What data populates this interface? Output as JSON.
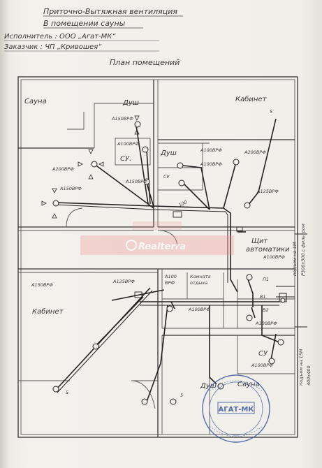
{
  "header": {
    "title_line1": "Приточно-Вытяжная вентиляция",
    "title_line2": "В помещении сауны",
    "executor": "Исполнитель : ООО „Агат-МК“",
    "customer": "Заказчик  :  ЧП „Кривошея“"
  },
  "plan_title": "План помещений",
  "rooms": {
    "sauna_top": "Сауна",
    "shower_top": "Душ",
    "office_top": "Кабинет",
    "shower_mid": "Душ",
    "cu_mid": "СУ",
    "cu_left": "СУ.",
    "office_bottom": "Кабинет",
    "control_1": "Щит",
    "control_2": "автоматики",
    "rest_1": "Комната",
    "rest_2": "отдыха",
    "cu_bottom": "СУ",
    "shower_bottom": "Душ",
    "sauna_bottom": "Сауна",
    "p1": "П1",
    "v1": "В1",
    "v2": "В2"
  },
  "labels": {
    "a150_top": "А150ВРФ",
    "a100_cu": "А100ВРФ",
    "a200_left": "А200ВРФ",
    "a150_left": "А150ВРФ",
    "a150_mid": "А150ВРФ",
    "a100_shower1": "А100ВРФ",
    "a100_shower2": "А100ВРФ",
    "a200_office": "А200ВРФ",
    "a125_office": "А125ВРФ",
    "a100_control": "А100ВРФ",
    "a150_bottom": "А150ВРФ",
    "a125_bottom": "А125ВРФ",
    "a100_rest_1": "А100",
    "a100_rest_2": "ВРФ",
    "a100_rest3": "А100ВРФ",
    "a100_v2": "А100ВРФ",
    "a100_cu_bottom": "А100ВРФ",
    "d_100": "100",
    "d_5a": "5",
    "d_5b": "5",
    "d_5c": "5"
  },
  "side_notes": {
    "up_right": "подъем на 1М",
    "up_right_2": "Р300х300 с фильтром",
    "up_bottom": "подъем на 15М",
    "up_bottom_2": "400х400"
  },
  "watermark": {
    "text": "Realterra"
  },
  "stamp": {
    "name": "АГАТ-МК"
  },
  "colors": {
    "ink": "#2b2b2b",
    "paper": "#f1efe9",
    "watermark_red": "#f08a8a",
    "stamp_blue": "#3b53a8"
  }
}
